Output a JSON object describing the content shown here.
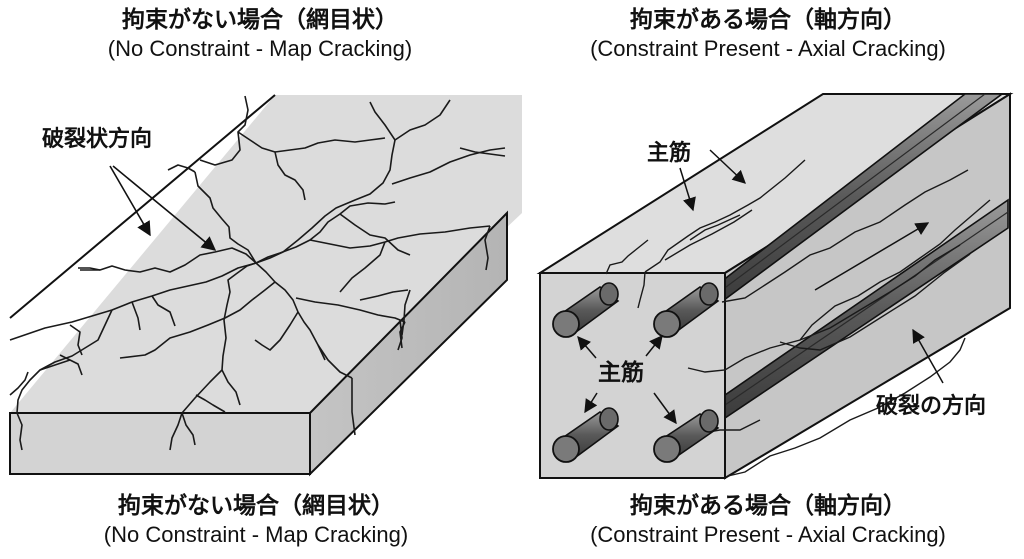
{
  "diagram": {
    "title": "Concrete cracking patterns: with and without constraint",
    "left_panel": {
      "caption_top": {
        "jp": "拘束がない場合（網目状）",
        "en": "(No Constraint - Map Cracking)"
      },
      "caption_bottom": {
        "jp": "拘束がない場合（網目状）",
        "en": "(No Constraint - Map Cracking)"
      },
      "annotation": "破裂状方向",
      "object": "concrete slab with map cracking"
    },
    "right_panel": {
      "caption_top": {
        "jp": "拘束がある場合（軸方向）",
        "en": "(Constraint Present - Axial Cracking)"
      },
      "caption_bottom": {
        "jp": "拘束がある場合（軸方向）",
        "en": "(Constraint Present - Axial Cracking)"
      },
      "annotations": {
        "rebar_top": "主筋",
        "rebar_face": "主筋",
        "crack_direction": "破裂の方向"
      },
      "object": "reinforced concrete beam with four main rebars and axial cracks"
    },
    "colors": {
      "concrete_top": "#dcdcdc",
      "concrete_front": "#d2d2d2",
      "concrete_side": "#bdbdbd",
      "rebar": "#6e6e6e",
      "line": "#111111"
    }
  }
}
